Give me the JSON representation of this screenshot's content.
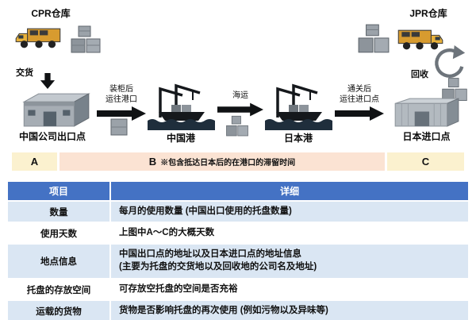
{
  "diagram": {
    "cpr_warehouse": "CPR仓库",
    "jpr_warehouse": "JPR仓库",
    "delivery": "交货",
    "recycle": "回收",
    "export_point": "中国公司出口点",
    "china_port": "中国港",
    "japan_port": "日本港",
    "import_point": "日本进口点",
    "arrow1": "装柜后\n运往港口",
    "arrow2": "海运",
    "arrow3": "通关后\n运往进口点",
    "phase_a": "A",
    "phase_b": "B",
    "phase_b_note": "※包含抵达日本后的在港口的滞留时间",
    "phase_c": "C"
  },
  "table": {
    "headers": [
      "项目",
      "详细"
    ],
    "rows": [
      {
        "item": "数量",
        "detail": "每月的使用数量 (中国出口使用的托盘数量)"
      },
      {
        "item": "使用天数",
        "detail": "上图中A～C的大概天数"
      },
      {
        "item": "地点信息",
        "detail": "中国出口点的地址以及日本进口点的地址信息\n(主要为托盘的交货地以及回收地的公司名及地址)"
      },
      {
        "item": "托盘的存放空间",
        "detail": "可存放空托盘的空间是否充裕"
      },
      {
        "item": "运载的货物",
        "detail": "货物是否影响托盘的再次使用 (例如污物以及异味等)"
      }
    ]
  },
  "colors": {
    "table_header_blue": "#4472C4",
    "row_alt_blue": "#DAE6F3",
    "phase_ac_yellow": "#FBF1CF",
    "phase_b_peach": "#FBE3D3",
    "truck_yellow": "#D79B2F"
  }
}
